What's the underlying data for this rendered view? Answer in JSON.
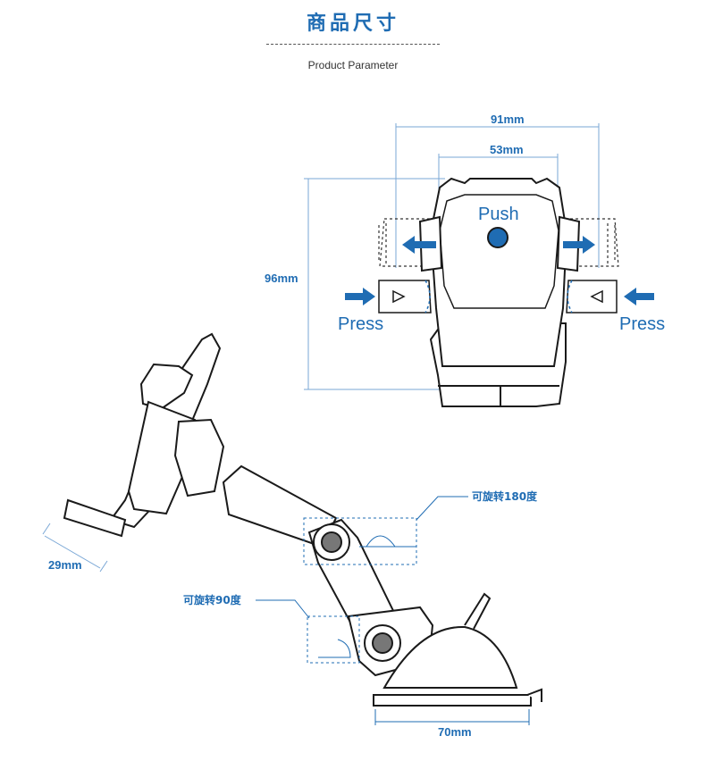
{
  "header": {
    "title_cn": "商品尺寸",
    "title_en": "Product Parameter"
  },
  "dimensions": {
    "width_total": "91mm",
    "width_inner": "53mm",
    "height": "96mm",
    "clip_depth": "29mm",
    "base_width": "70mm"
  },
  "labels": {
    "push": "Push",
    "press_left": "Press",
    "press_right": "Press",
    "rotate_180": "可旋转180度",
    "rotate_90": "可旋转90度"
  },
  "colors": {
    "accent": "#1f6cb3",
    "dim_line": "#7aa7d6",
    "outline": "#1a1a1a"
  }
}
